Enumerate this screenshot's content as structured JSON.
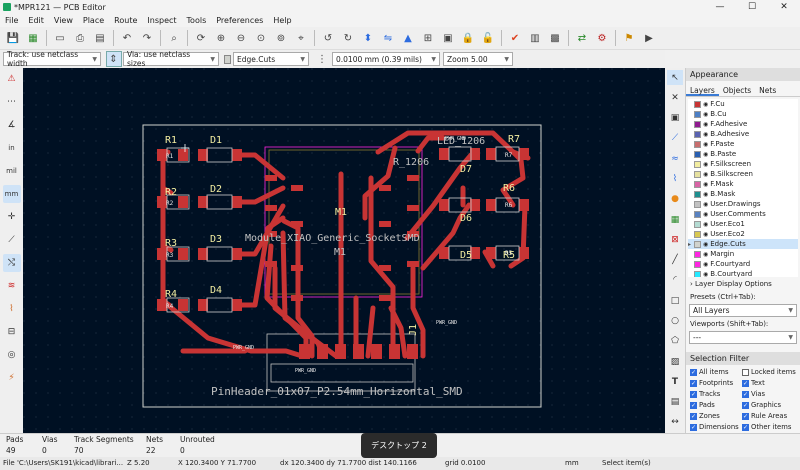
{
  "window": {
    "title": "*MPR121 — PCB Editor",
    "ctrl_min": "—",
    "ctrl_max": "☐",
    "ctrl_close": "✕"
  },
  "menu": [
    "File",
    "Edit",
    "View",
    "Place",
    "Route",
    "Inspect",
    "Tools",
    "Preferences",
    "Help"
  ],
  "toolbar2": {
    "track": "Track: use netclass width",
    "via": "Via: use netclass sizes",
    "layer": "Edge.Cuts",
    "grid": "0.0100 mm (0.39 mils)",
    "zoom": "Zoom 5.00"
  },
  "canvas": {
    "refs": [
      "D1",
      "D2",
      "D3",
      "D4",
      "R1",
      "R2",
      "R3",
      "R4",
      "D5",
      "D6",
      "D7",
      "R5",
      "R6",
      "R7",
      "M1",
      "J1"
    ],
    "pad_labels": [
      "R1",
      "R2",
      "R3",
      "R4",
      "R5",
      "R6",
      "R7"
    ],
    "module_text": "Module_XIAO_Generic_SocketSMD",
    "module_ref": "M1",
    "resistor_text": "R_1206",
    "led_text": "LED_1206",
    "header_text": "PinHeader_01x07_P2.54mm_Horizontal_SMD",
    "net_gnd": "PWR_GND"
  },
  "colors": {
    "board_bg": "#001023",
    "copper": "#c83434",
    "pad": "#c83434",
    "silk": "#f2eda1",
    "fab": "#c2c2c2",
    "courtyard": "#ff26e2",
    "edge": "#d0d2cd"
  },
  "panel": {
    "appearance": "Appearance",
    "tabs": [
      "Layers",
      "Objects",
      "Nets"
    ],
    "layers": [
      {
        "name": "F.Cu",
        "color": "#c83434"
      },
      {
        "name": "B.Cu",
        "color": "#4d7fc4"
      },
      {
        "name": "F.Adhesive",
        "color": "#8f1a8f"
      },
      {
        "name": "B.Adhesive",
        "color": "#5a63b0"
      },
      {
        "name": "F.Paste",
        "color": "#c86e6e"
      },
      {
        "name": "B.Paste",
        "color": "#2a5fb0"
      },
      {
        "name": "F.Silkscreen",
        "color": "#f2eda1"
      },
      {
        "name": "B.Silkscreen",
        "color": "#e6e1a0"
      },
      {
        "name": "F.Mask",
        "color": "#d864a5"
      },
      {
        "name": "B.Mask",
        "color": "#1e8f8f"
      },
      {
        "name": "User.Drawings",
        "color": "#c2c2c2"
      },
      {
        "name": "User.Comments",
        "color": "#5982c0"
      },
      {
        "name": "User.Eco1",
        "color": "#b4dbd2"
      },
      {
        "name": "User.Eco2",
        "color": "#d8c852"
      },
      {
        "name": "Edge.Cuts",
        "color": "#d0d2cd"
      },
      {
        "name": "Margin",
        "color": "#ff26e2"
      },
      {
        "name": "F.Courtyard",
        "color": "#ff26e2"
      },
      {
        "name": "B.Courtyard",
        "color": "#26e9ff"
      }
    ],
    "layer_display": "Layer Display Options",
    "presets_label": "Presets (Ctrl+Tab):",
    "presets_value": "All Layers",
    "viewports_label": "Viewports (Shift+Tab):",
    "viewports_value": "---",
    "selection_filter": "Selection Filter",
    "filters": [
      "All items",
      "Locked items",
      "Footprints",
      "Text",
      "Tracks",
      "Vias",
      "Pads",
      "Graphics",
      "Zones",
      "Rule Areas",
      "Dimensions",
      "Other items"
    ]
  },
  "status": [
    {
      "k": "Pads",
      "v": "49"
    },
    {
      "k": "Vias",
      "v": "0"
    },
    {
      "k": "Track Segments",
      "v": "70"
    },
    {
      "k": "Nets",
      "v": "22"
    },
    {
      "k": "Unrouted",
      "v": "0"
    }
  ],
  "bottom": {
    "file": "File 'C:\\Users\\SK191\\kicad\\librari...",
    "z": "Z 5.20",
    "xy": "X 120.3400  Y 71.7700",
    "dxdy": "dx 120.3400  dy 71.7700  dist 140.1166",
    "grid": "grid 0.0100",
    "unit": "mm",
    "mode": "Select item(s)"
  },
  "tooltip": "デスクトップ 2"
}
